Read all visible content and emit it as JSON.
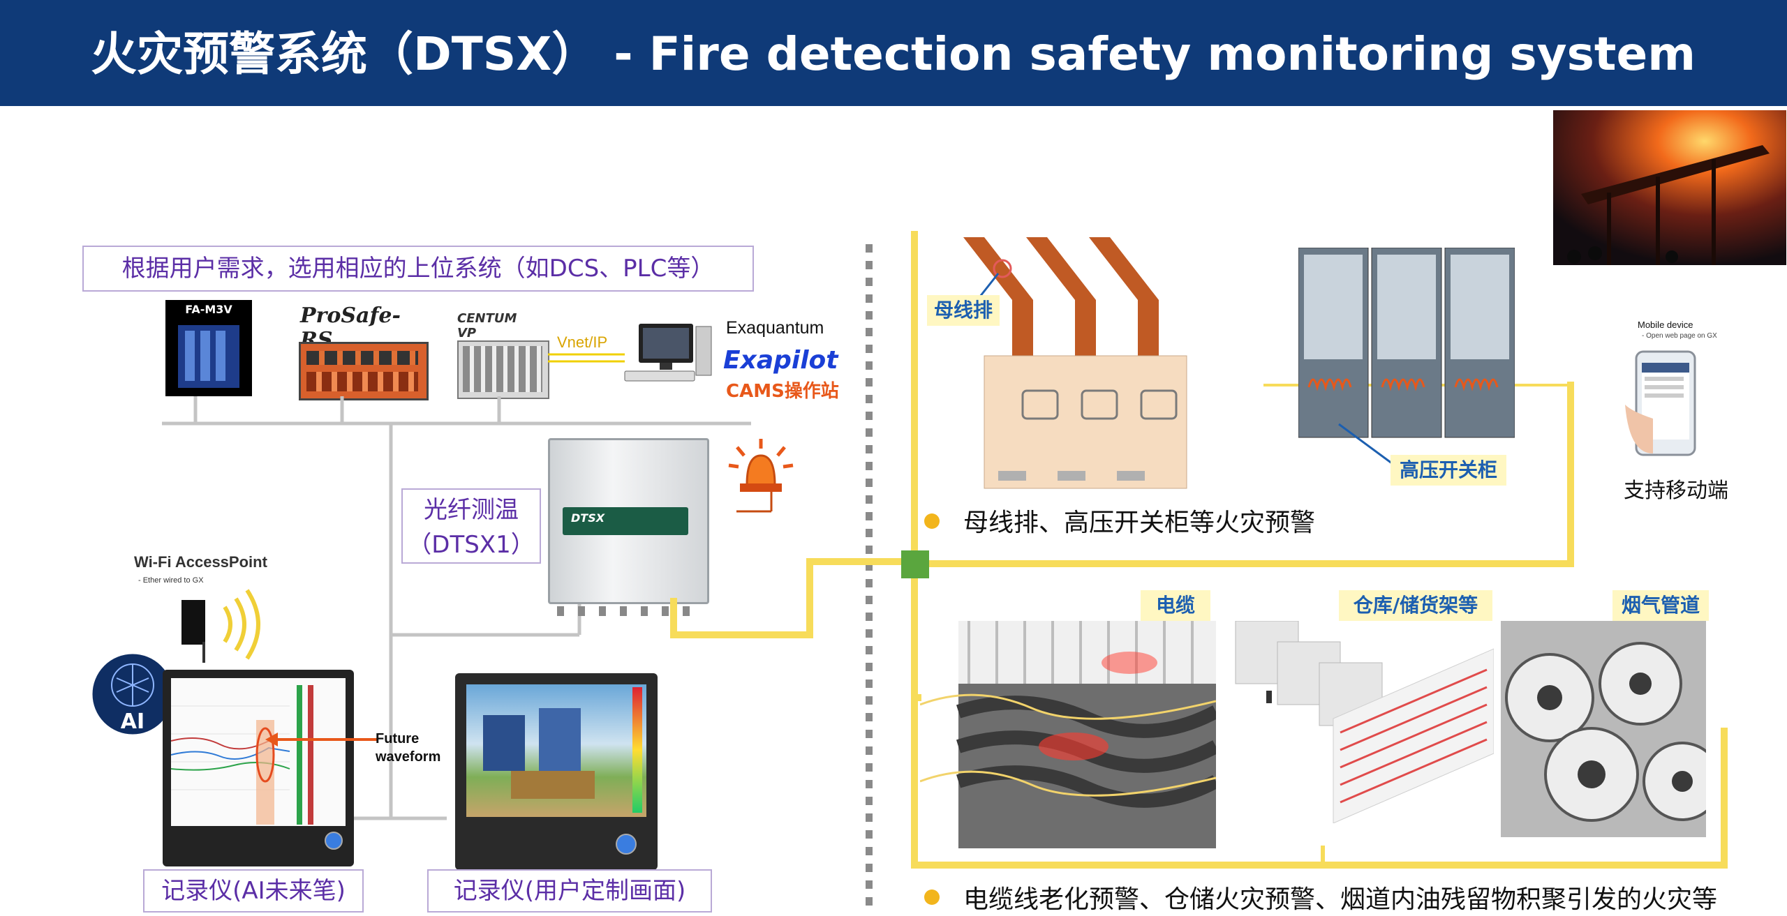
{
  "header": {
    "title": "火灾预警系统（DTSX） - Fire detection safety monitoring system"
  },
  "upper_system": {
    "note": "根据用户需求，选用相应的上位系统（如DCS、PLC等）",
    "products": {
      "fa_m3v": "FA-M3V",
      "prosafe": "ProSafe-RS",
      "centum": "CENTUM VP"
    },
    "network_label": "Vnet/IP",
    "exaquantum": "Exaquantum",
    "exapilot": "Exapilot",
    "cams": "CAMS操作站"
  },
  "dtsx": {
    "label_line1": "光纤测温",
    "label_line2": "（DTSX1）",
    "panel_text": "DTSX"
  },
  "wifi": {
    "title": "Wi-Fi AccessPoint",
    "subtitle": "- Ether wired to GX"
  },
  "ai_badge": "AI",
  "recorder_ai": {
    "label": "记录仪(AI未来笔)",
    "future_label_1": "Future",
    "future_label_2": "waveform"
  },
  "recorder_custom": {
    "label": "记录仪(用户定制画面)"
  },
  "mobile": {
    "title": "Mobile device",
    "subtitle": "- Open web page on GX",
    "caption": "支持移动端"
  },
  "busbar": {
    "label": "母线排"
  },
  "switchgear": {
    "label": "高压开关柜"
  },
  "bullet_top": "母线排、高压开关柜等火灾预警",
  "cable": {
    "label": "电缆"
  },
  "warehouse": {
    "label": "仓库/储货架等"
  },
  "flue": {
    "label": "烟气管道"
  },
  "bullet_bottom": "电缆线老化预警、仓储火灾预警、烟道内油残留物积聚引发的火灾等",
  "colors": {
    "header_bg": "#0f3a78",
    "fiber_yellow": "#f7dc5a",
    "label_blue": "#1c5fb0",
    "purple_text": "#5b2ea6",
    "bullet_orange": "#f2b51c",
    "alarm_orange": "#e8581a"
  }
}
